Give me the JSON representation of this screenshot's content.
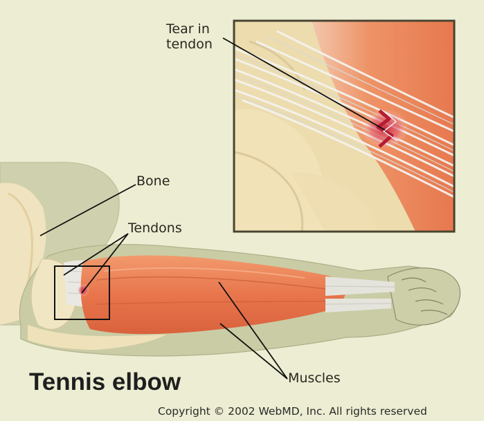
{
  "title": "Tennis elbow",
  "labels": {
    "tear": "Tear in tendon",
    "bone": "Bone",
    "tendons": "Tendons",
    "muscles": "Muscles"
  },
  "copyright": "Copyright © 2002 WebMD, Inc. All rights reserved",
  "colors": {
    "background": "#ecedd2",
    "muscle": "#e97d55",
    "tendon": "#ececea",
    "bone": "#efe2bd",
    "skin": "#c9cba4",
    "tear": "#c8253a",
    "line": "#111111"
  },
  "icons": [
    "forearm-illustration",
    "tendon-tear-magnified",
    "zoom-box"
  ]
}
